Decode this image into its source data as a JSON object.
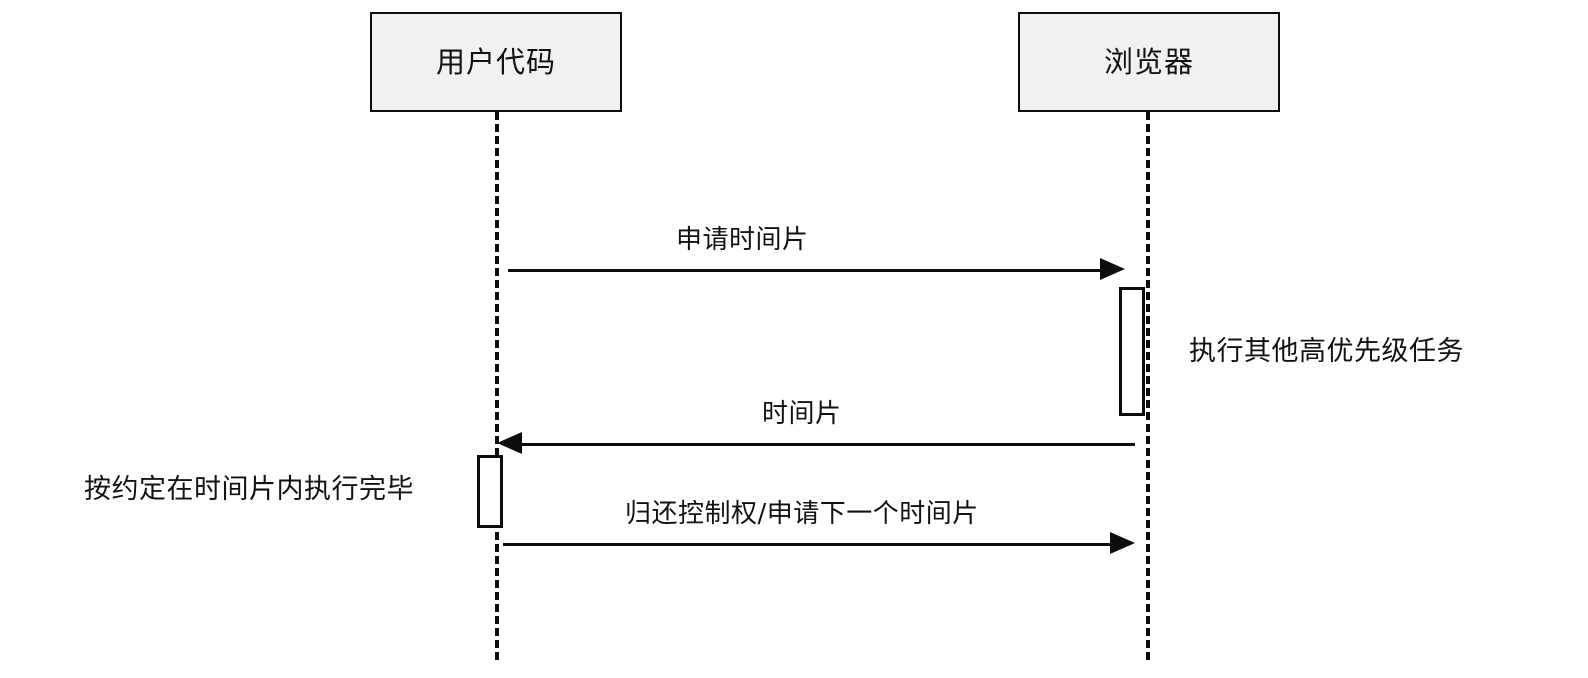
{
  "diagram": {
    "type": "sequence-diagram",
    "background_color": "#ffffff",
    "line_color": "#0d0d0d",
    "box_fill_color": "#f1f1f1",
    "participants": [
      {
        "id": "user-code",
        "label": "用户代码"
      },
      {
        "id": "browser",
        "label": "浏览器"
      }
    ],
    "messages": [
      {
        "id": "request-timeslice",
        "label": "申请时间片",
        "from": "user-code",
        "to": "browser",
        "direction": "right"
      },
      {
        "id": "grant-timeslice",
        "label": "时间片",
        "from": "browser",
        "to": "user-code",
        "direction": "left"
      },
      {
        "id": "yield-control",
        "label": "归还控制权/申请下一个时间片",
        "from": "user-code",
        "to": "browser",
        "direction": "right"
      }
    ],
    "notes": [
      {
        "id": "browser-note",
        "label": "执行其他高优先级任务",
        "side": "right",
        "participant": "browser"
      },
      {
        "id": "user-code-note",
        "label": "按约定在时间片内执行完毕",
        "side": "left",
        "participant": "user-code"
      }
    ],
    "activations": [
      {
        "id": "browser-activation",
        "participant": "browser"
      },
      {
        "id": "user-code-activation",
        "participant": "user-code"
      }
    ]
  }
}
